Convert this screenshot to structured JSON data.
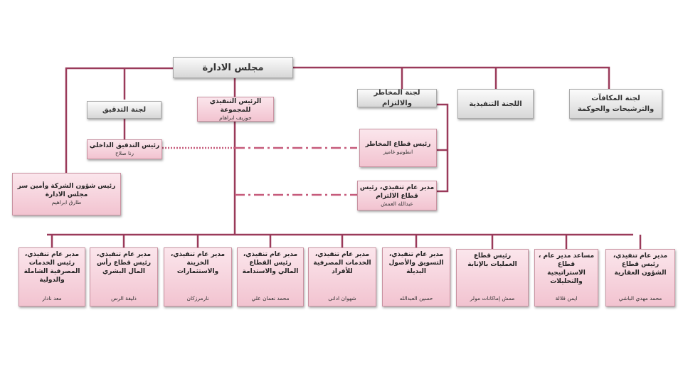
{
  "colors": {
    "connector": "#9a3a5a",
    "dashed": "#c65b7b"
  },
  "board": {
    "title": "مجلس الادارة"
  },
  "committees": [
    {
      "label": "لجنة المكافآت والترشيحات والحوكمة"
    },
    {
      "label": "اللجنة التنفيذية"
    },
    {
      "label": "لجنة المخاطر والالتزام"
    },
    {
      "label": "لجنة التدقيق"
    }
  ],
  "ceo": {
    "title": "الرئيس التنفيذي للمجموعة",
    "name": "جوزيف ابراهام"
  },
  "internal_audit": {
    "title": "رئيس التدقيق الداخلي",
    "name": "رنا صلاح"
  },
  "corporate_affairs": {
    "title": "رئيس شؤون الشركة وأمين سر مجلس الادارة",
    "name": "طارق ابراهيم"
  },
  "risk_head": {
    "title": "رئيس قطاع المخاطر",
    "name": "انطونيو غاميز"
  },
  "compliance": {
    "title": "مدير عام تنفيذي، رئيس قطاع الالتزام",
    "name": "عبدالله العمش"
  },
  "executives": [
    {
      "title": "مدير عام تنفيذي، رئيس قطاع الشؤون العقارية",
      "name": "محمد مهدي الباشي"
    },
    {
      "title": "مساعد مدير عام ، قطاع الاستراتيجية والتحليلات",
      "name": "ايمن قلالة"
    },
    {
      "title": "رئيس قطاع العمليات بالإنابة",
      "name": "ممش إماكانات مولر"
    },
    {
      "title": "مدير عام تنفيذي، التسويق والأصول البديلة",
      "name": "حسين العبدالله"
    },
    {
      "title": "مدير عام تنفيذي، الخدمات المصرفية للأفراد",
      "name": "شهوان ادانى"
    },
    {
      "title": "مدير عام تنفيذي، رئيس القطاع المالي والاستدامة",
      "name": "محمد نعمان علي"
    },
    {
      "title": "مدير عام تنفيذي، الخزينة والاستثمارات",
      "name": "نارمرزكان"
    },
    {
      "title": "مدير عام تنفيذي، رئيس قطاع رأس المال البشري",
      "name": "ذليفة الرس"
    },
    {
      "title": "مدير عام تنفيذي، رئيس الخدمات المصرفية الشاملة والدولية",
      "name": "معد نادار"
    }
  ]
}
